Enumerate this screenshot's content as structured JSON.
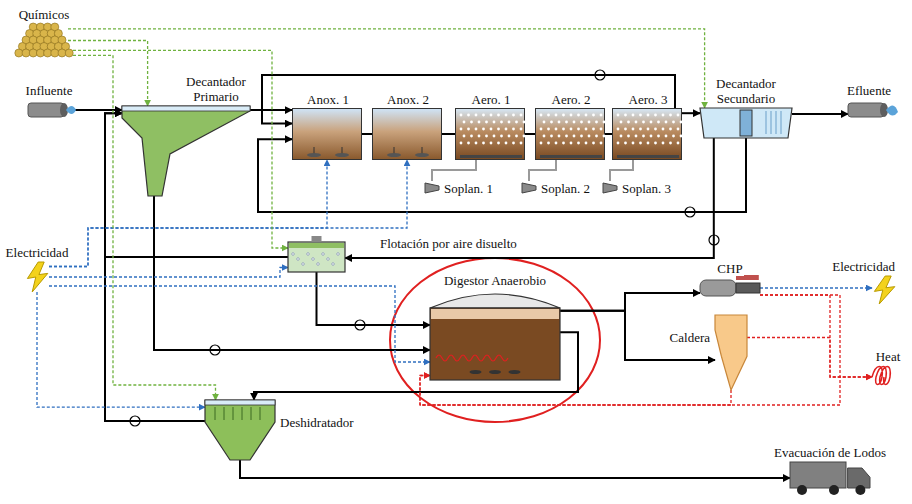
{
  "diagram": {
    "nodes": [
      {
        "text": [
          "Químicos"
        ]
      },
      {
        "text": [
          "Influente"
        ]
      },
      {
        "text": [
          "Decantador Primario"
        ]
      },
      {
        "text": [
          "Anox. 1"
        ]
      },
      {
        "text": [
          "Anox. 2"
        ]
      },
      {
        "text": [
          "Aero. 1"
        ]
      },
      {
        "text": [
          "Aero. 2"
        ]
      },
      {
        "text": [
          "Aero. 3"
        ]
      },
      {
        "text": [
          "Soplan. 1"
        ]
      },
      {
        "text": [
          "Soplan. 2"
        ]
      },
      {
        "text": [
          "Soplan. 3"
        ]
      },
      {
        "text": [
          "Decantador Secundario"
        ]
      },
      {
        "text": [
          "Efluente"
        ]
      },
      {
        "text": [
          "Electricidad"
        ]
      },
      {
        "text": [
          "Flotación por aire disuelto"
        ]
      },
      {
        "text": [
          "Digestor Anaerobio"
        ]
      },
      {
        "text": [
          "CHP"
        ]
      },
      {
        "text": [
          "Caldera"
        ]
      },
      {
        "text": [
          "Electricidad"
        ]
      },
      {
        "text": [
          "Heat"
        ]
      },
      {
        "text": [
          "Deshidratador"
        ]
      },
      {
        "text": [
          "Evacuación de Lodos"
        ]
      }
    ],
    "edges": [
      {
        "from": 1,
        "to": 2,
        "arrow": "to"
      },
      {
        "from": 2,
        "to": 3,
        "arrow": "to"
      },
      {
        "from": 3,
        "to": 4,
        "arrow": "none"
      },
      {
        "from": 4,
        "to": 5,
        "arrow": "none"
      },
      {
        "from": 5,
        "to": 6,
        "arrow": "none"
      },
      {
        "from": 6,
        "to": 7,
        "arrow": "none"
      },
      {
        "from": 7,
        "to": 11,
        "arrow": "to"
      },
      {
        "from": 11,
        "to": 12,
        "arrow": "to"
      },
      {
        "from": 7,
        "to": 3,
        "arrow": "to"
      },
      {
        "from": 11,
        "to": 3,
        "arrow": "to"
      },
      {
        "from": 11,
        "to": 14,
        "arrow": "to"
      },
      {
        "from": 14,
        "to": 15,
        "arrow": "to"
      },
      {
        "from": 2,
        "to": 15,
        "arrow": "to"
      },
      {
        "from": 15,
        "to": 16,
        "arrow": "to"
      },
      {
        "from": 15,
        "to": 17,
        "arrow": "to"
      },
      {
        "from": 15,
        "to": 20,
        "arrow": "to"
      },
      {
        "from": 20,
        "to": 21,
        "arrow": "to"
      },
      {
        "from": 20,
        "to": 2,
        "arrow": "to"
      },
      {
        "from": 14,
        "to": 2,
        "arrow": "to"
      },
      {
        "from": 8,
        "to": 5,
        "arrow": "none"
      },
      {
        "from": 9,
        "to": 6,
        "arrow": "none"
      },
      {
        "from": 10,
        "to": 7,
        "arrow": "none"
      },
      {
        "from": 13,
        "to": 14,
        "arrow": "to"
      },
      {
        "from": 13,
        "to": 20,
        "arrow": "to"
      },
      {
        "from": 13,
        "to": 15,
        "arrow": "to"
      },
      {
        "from": 13,
        "to": 3,
        "arrow": "to"
      },
      {
        "from": 13,
        "to": 4,
        "arrow": "to"
      },
      {
        "from": 16,
        "to": 18,
        "arrow": "to"
      },
      {
        "from": 16,
        "to": 19,
        "arrow": "to"
      },
      {
        "from": 17,
        "to": 19,
        "arrow": "to"
      },
      {
        "from": 16,
        "to": 15,
        "arrow": "to"
      },
      {
        "from": 17,
        "to": 15,
        "arrow": "to"
      },
      {
        "from": 0,
        "to": 2,
        "arrow": "to"
      },
      {
        "from": 0,
        "to": 11,
        "arrow": "to"
      },
      {
        "from": 0,
        "to": 14,
        "arrow": "to"
      },
      {
        "from": 0,
        "to": 20,
        "arrow": "to"
      }
    ]
  }
}
